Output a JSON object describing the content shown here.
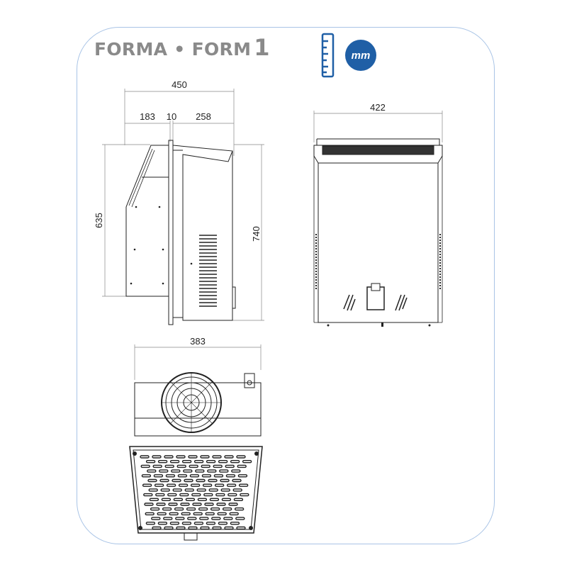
{
  "header": {
    "title": "FORMA • FORM",
    "title_number": "1",
    "unit_badge": "mm",
    "unit_icon": "ruler-icon"
  },
  "colors": {
    "accent": "#1f5fa6",
    "frame": "#a9c4e6",
    "title": "#8a8a8a"
  },
  "side_view": {
    "total_depth": "450",
    "depth_outer": "183",
    "depth_flange": "10",
    "depth_inner": "258",
    "height_outer": "635",
    "height_total": "740"
  },
  "front_view": {
    "width": "422"
  },
  "bottom_view": {
    "width": "383"
  }
}
